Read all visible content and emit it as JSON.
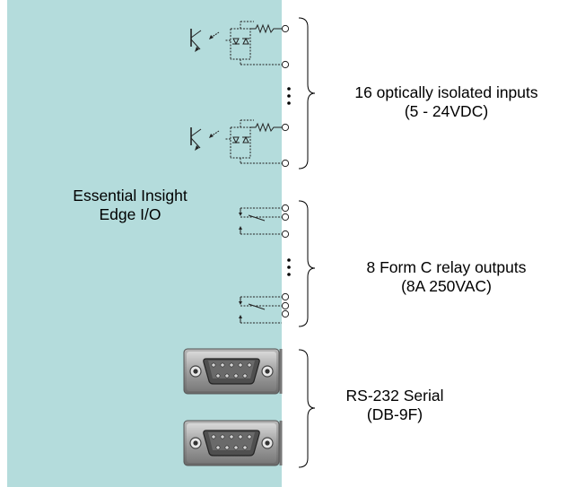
{
  "device": {
    "title_line1": "Essential Insight",
    "title_line2": "Edge I/O"
  },
  "inputs": {
    "label_line1": "16 optically isolated inputs",
    "label_line2": "(5 - 24VDC)"
  },
  "outputs": {
    "label_line1": "8 Form C relay outputs",
    "label_line2": "(8A 250VAC)"
  },
  "serial": {
    "label_line1": "RS-232 Serial",
    "label_line2": "(DB-9F)"
  },
  "colors": {
    "panel": "#b4dcdc",
    "connector_metal": "#9a9a9a",
    "connector_face": "#6e6e6e",
    "line": "#222222"
  },
  "icons": [
    "optocoupler-icon",
    "relay-contact-icon",
    "db9-connector-icon",
    "vertical-ellipsis-icon",
    "curly-brace-icon"
  ]
}
